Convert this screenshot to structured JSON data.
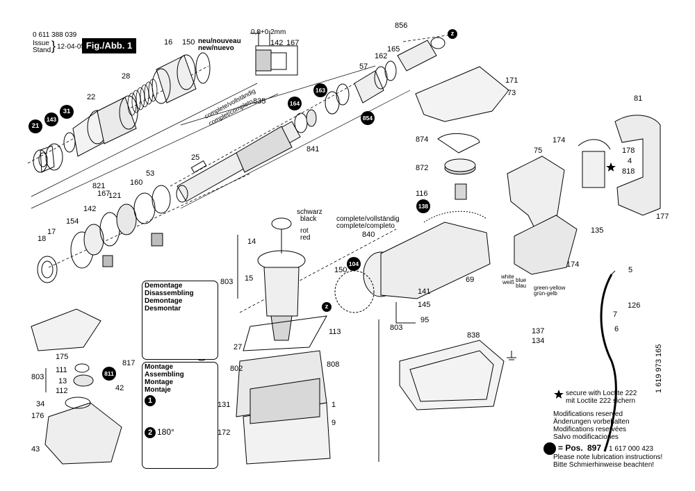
{
  "header": {
    "doc_number": "0 611 388 039",
    "issue_label": "Issue",
    "stand_label": "Stand",
    "date": "12-04-05",
    "figure": "Fig./Abb. 1"
  },
  "inset_label": "0,0+0,2mm",
  "labels": {
    "l856": "856",
    "l16": "16",
    "l150a": "150",
    "new_nouveau": "neu/nouveau",
    "new_nuevo": "new/nuevo",
    "l142a": "142",
    "l167a": "167",
    "l165": "165",
    "l162": "162",
    "l57": "57",
    "l171": "171",
    "l73": "73",
    "l28": "28",
    "l22": "22",
    "l835": "835",
    "compl_de1": "complete/vollständig",
    "compl_es1": "complet/completo",
    "l841": "841",
    "l25": "25",
    "l53": "53",
    "l874": "874",
    "l872": "872",
    "l116": "116",
    "l174a": "174",
    "l75": "75",
    "l81": "81",
    "l178": "178",
    "l4": "4",
    "l818": "818",
    "l177": "177",
    "l821": "821",
    "l167b": "167",
    "l121": "121",
    "l160": "160",
    "l142b": "142",
    "l154": "154",
    "l17": "17",
    "l18": "18",
    "schwarz": "schwarz",
    "black": "black",
    "rot": "rot",
    "red": "red",
    "l14": "14",
    "compl_de2": "complete/vollständig",
    "compl_es2": "complete/completo",
    "l840": "840",
    "l150b": "150",
    "l135": "135",
    "l174b": "174",
    "l5": "5",
    "l69": "69",
    "l803a": "803",
    "l15": "15",
    "white_de": "white",
    "white_weiss": "weiß",
    "blue": "blue",
    "blau": "blau",
    "green_yellow": "green-yellow",
    "gruen_gelb": "grün-gelb",
    "l141": "141",
    "l145": "145",
    "l95": "95",
    "l803b": "803",
    "l126": "126",
    "l7": "7",
    "l137": "137",
    "l134": "134",
    "l6": "6",
    "l113": "113",
    "l27": "27",
    "l838": "838",
    "l175": "175",
    "l111": "111",
    "l803c": "803",
    "l13": "13",
    "l112": "112",
    "l817": "817",
    "l42": "42",
    "l808": "808",
    "l802": "802",
    "l34": "34",
    "l176": "176",
    "l131": "131",
    "l1": "1",
    "l9": "9",
    "l172": "172",
    "l43": "43"
  },
  "circled": {
    "c21": "21",
    "c143": "143",
    "c31": "31",
    "c164": "164",
    "c163": "163",
    "c854": "854",
    "c138": "138",
    "c104": "104",
    "c811": "811",
    "cz1": "z",
    "cz2": "z",
    "c1": "1",
    "c2": "2"
  },
  "demontage": [
    "Demontage",
    "Disassembling",
    "Demontage",
    "Desmontar"
  ],
  "montage": [
    "Montage",
    "Assembling",
    "Montage",
    "Montaje"
  ],
  "montage_angle": "180°",
  "legend": {
    "star_line1": "secure with Loctite 222",
    "star_line2": "mit Loctite 222 sichern",
    "mods": [
      "Modifications reserved",
      "Änderungen vorbehalten",
      "Modifications reservées",
      "Salvo modificaciones"
    ],
    "pos_prefix": "= Pos.",
    "pos_number": "897",
    "pos_part": "1 617 000 423",
    "lube1": "Please note lubrication instructions!",
    "lube2": "Bitte Schmierhinweise beachten!"
  },
  "vertical_number": "1 619 973 165"
}
